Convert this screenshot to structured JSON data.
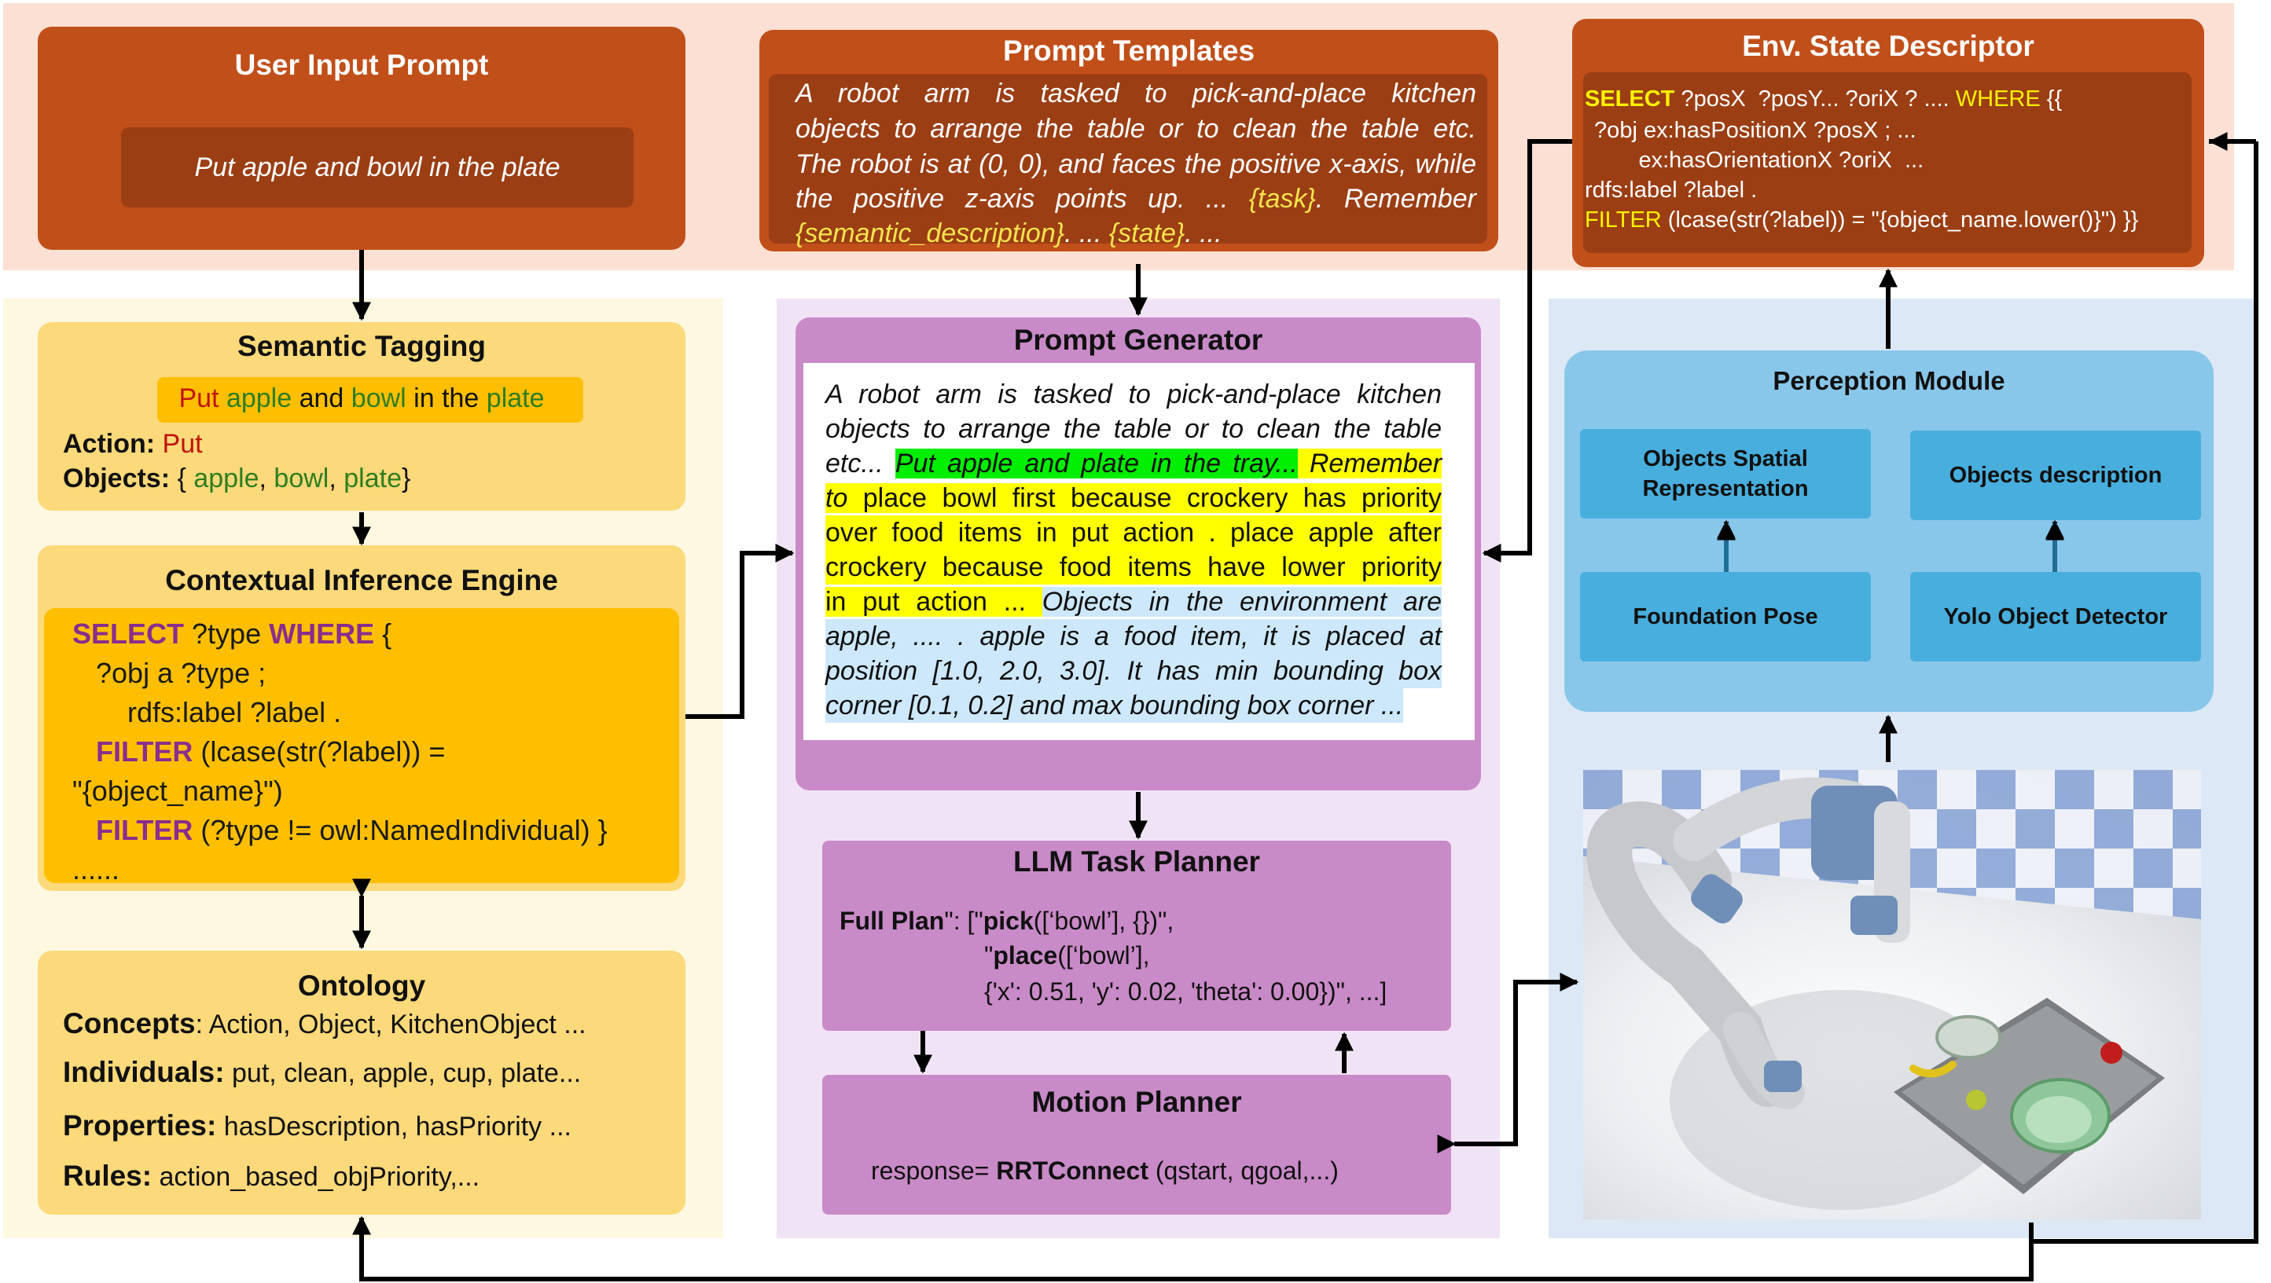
{
  "user_input": {
    "title": "User Input Prompt",
    "prompt": "Put apple and bowl in the plate"
  },
  "prompt_templates": {
    "title": "Prompt Templates",
    "lines": [
      {
        "segments": [
          {
            "t": "A robot arm is tasked to pick-and-place kitchen",
            "c": ""
          }
        ]
      },
      {
        "segments": [
          {
            "t": "objects to arrange the table or to clean the table etc.",
            "c": ""
          }
        ]
      },
      {
        "segments": [
          {
            "t": "The robot is at (0, 0), and faces the positive x-axis, while",
            "c": ""
          }
        ]
      },
      {
        "segments": [
          {
            "t": "the positive z-axis points up. ... ",
            "c": ""
          },
          {
            "t": "{task}",
            "c": "ty"
          },
          {
            "t": ". Remember",
            "c": ""
          }
        ]
      },
      {
        "segments": [
          {
            "t": "{semantic_description}",
            "c": "ty"
          },
          {
            "t": ". ... ",
            "c": ""
          },
          {
            "t": "{state}",
            "c": "ty"
          },
          {
            "t": ". ...",
            "c": ""
          }
        ]
      }
    ]
  },
  "env_state": {
    "title": "Env. State Descriptor",
    "lines": [
      [
        {
          "t": "SELECT",
          "c": "yb"
        },
        {
          "t": " ?posX  ?posY... ?oriX ? .... ",
          "c": ""
        },
        {
          "t": "WHERE",
          "c": "y"
        },
        {
          "t": " {{",
          "c": ""
        }
      ],
      [
        {
          "t": " ?obj ex:hasPositionX ?posX ; ...",
          "c": ""
        }
      ],
      [
        {
          "t": "        ex:hasOrientationX ?oriX  ...",
          "c": ""
        }
      ],
      [
        {
          "t": "rdfs:label ?label .",
          "c": ""
        }
      ],
      [
        {
          "t": "FILTER",
          "c": "y"
        },
        {
          "t": " (lcase(str(?label)) = \"{object_name.lower()}\") }}",
          "c": ""
        }
      ]
    ]
  },
  "semantic_tagging": {
    "title": "Semantic Tagging",
    "tagged": [
      {
        "t": "Put ",
        "c": "red"
      },
      {
        "t": "apple",
        "c": "green"
      },
      {
        "t": " and ",
        "c": ""
      },
      {
        "t": "bowl",
        "c": "green"
      },
      {
        "t": " in the ",
        "c": ""
      },
      {
        "t": "plate",
        "c": "green"
      }
    ],
    "action_label": "Action:",
    "action_value": "Put",
    "objects_label": "Objects:",
    "objects_open": " { ",
    "objects": [
      "apple",
      "bowl",
      "plate"
    ],
    "objects_sep": ", ",
    "objects_close": "}"
  },
  "inference_engine": {
    "title": "Contextual Inference Engine",
    "lines": [
      [
        {
          "t": "SELECT",
          "c": "kw"
        },
        {
          "t": " ?type ",
          "c": ""
        },
        {
          "t": "WHERE",
          "c": "kw"
        },
        {
          "t": " {",
          "c": ""
        }
      ],
      [
        {
          "t": "   ?obj a ?type ;",
          "c": ""
        }
      ],
      [
        {
          "t": "       rdfs:label ?label .",
          "c": ""
        }
      ],
      [
        {
          "t": "   ",
          "c": ""
        },
        {
          "t": "FILTER",
          "c": "kw"
        },
        {
          "t": " (lcase(str(?label)) =",
          "c": ""
        }
      ],
      [
        {
          "t": "\"{object_name}\")",
          "c": ""
        }
      ],
      [
        {
          "t": "   ",
          "c": ""
        },
        {
          "t": "FILTER",
          "c": "kw"
        },
        {
          "t": " (?type != owl:NamedIndividual) }",
          "c": ""
        }
      ],
      [
        {
          "t": "......",
          "c": ""
        }
      ]
    ]
  },
  "ontology": {
    "title": "Ontology",
    "rows": [
      {
        "label": "Concepts",
        "sep": ":",
        "value": " Action, Object, KitchenObject ..."
      },
      {
        "label": "Individuals:",
        "sep": "",
        "value": " put, clean, apple, cup, plate..."
      },
      {
        "label": "Properties:",
        "sep": "",
        "value": " hasDescription, hasPriority ..."
      },
      {
        "label": "Rules:",
        "sep": "",
        "value": " action_based_objPriority,..."
      }
    ]
  },
  "prompt_generator": {
    "title": "Prompt Generator",
    "lines": [
      [
        {
          "t": "A robot arm is tasked to pick-and-place kitchen",
          "h": "",
          "i": true
        }
      ],
      [
        {
          "t": "objects to arrange the table or to clean the table",
          "h": "",
          "i": true
        }
      ],
      [
        {
          "t": "etc... ",
          "h": "",
          "i": true
        },
        {
          "t": "Put apple and plate in the tray...",
          "h": "g",
          "i": true
        },
        {
          "t": " Remember",
          "h": "y",
          "i": true
        }
      ],
      [
        {
          "t": "to",
          "h": "y",
          "i": true
        },
        {
          "t": " place bowl first because crockery has priority",
          "h": "y",
          "i": false
        }
      ],
      [
        {
          "t": "over food items in put action . place apple after",
          "h": "y",
          "i": false
        }
      ],
      [
        {
          "t": "crockery because food items have lower priority",
          "h": "y",
          "i": false
        }
      ],
      [
        {
          "t": "in put action ... ",
          "h": "y",
          "i": false
        },
        {
          "t": "Objects in the environment are",
          "h": "b",
          "i": true
        }
      ],
      [
        {
          "t": "apple, .... . apple is a food item, it is placed at",
          "h": "b",
          "i": true
        }
      ],
      [
        {
          "t": "position [1.0, 2.0, 3.0]. It has min bounding box",
          "h": "b",
          "i": true
        }
      ],
      [
        {
          "t": "corner [0.1, 0.2] and max bounding box corner ...",
          "h": "b",
          "i": true
        }
      ]
    ]
  },
  "llm_planner": {
    "title": "LLM Task Planner",
    "plan_label": "Full Plan",
    "line1": [
      {
        "t": "\": [\"",
        "b": false
      },
      {
        "t": "pick",
        "b": true
      },
      {
        "t": "([‘bowl’], {})\",",
        "b": false
      }
    ],
    "line2": [
      {
        "t": "\"",
        "b": false
      },
      {
        "t": "place",
        "b": true
      },
      {
        "t": "([‘bowl’],",
        "b": false
      }
    ],
    "line3": "{'x': 0.51, 'y': 0.02, 'theta': 0.00})\", ...]"
  },
  "motion_planner": {
    "title": "Motion Planner",
    "prefix": "response= ",
    "algo": "RRTConnect",
    "suffix": " (qstart, qgoal,...)"
  },
  "perception": {
    "title": "Perception Module",
    "modules": {
      "spatial": "Objects Spatial Representation",
      "description": "Objects description",
      "pose": "Foundation Pose",
      "yolo": "Yolo Object Detector"
    }
  },
  "colors": {
    "orange_box": "#c14f1a",
    "yellow_box": "#fcd97a",
    "sparql_box": "#ffbf00",
    "purple_box": "#c98ac8",
    "blue_panel": "#89c7ea",
    "blue_module": "#48aedd"
  }
}
